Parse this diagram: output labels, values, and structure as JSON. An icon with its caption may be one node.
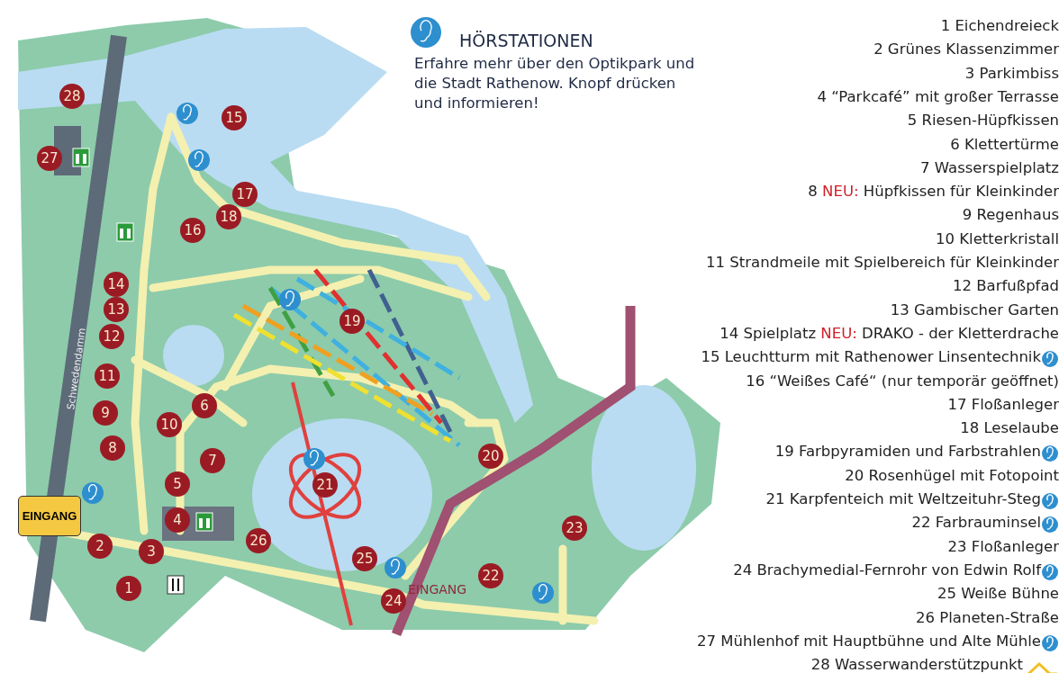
{
  "diagram": {
    "title": "HÖRSTATIONEN",
    "labels": [
      "Erfahre mehr über den Optikpark und die Stadt Rathenow. Knopf drücken und informieren!",
      "1  Eichendreieck",
      "2  Grünes Klassenzimmer",
      "3  Parkimbiss",
      "4  “Parkcafé” mit großer Terrasse",
      "5  Riesen-Hüpfkissen",
      "6  Klettertürme",
      "7  Wasserspielplatz",
      "8  **NEU:** Hüpfkissen für Kleinkinder",
      "9  Regenhaus",
      "10  Kletterkristall",
      "11  Strandmeile mit Spielbereich für Kleinkinder",
      "12  Barfußpfad",
      "13  Gambischer Garten",
      "14  Spielplatz **NEU:** DRAKO - der Kletterdrache",
      "15  Leuchtturm mit Rathenower Linsentechnik",
      "16  “Weißes Café“ (nur temporär geöffnet)",
      "17  Floßanleger",
      "18  Leselaube",
      "19  Farbpyramiden und Farbstrahlen",
      "20  Rosenhügel mit Fotopoint",
      "21  Karpfenteich mit Weltzeituhr-Steg",
      "22  Farbrauminsel",
      "23  Floßanleger",
      "24  Brachymedial-Fernrohr von Edwin Rolf",
      "25  Weiße Bühne",
      "26  Planeten-Straße",
      "27  Mühlenhof mit Hauptbühne und Alte Mühle",
      "28  Wasserwanderstützpunkt",
      "28",
      "15",
      "27",
      "17",
      "18",
      "16",
      "14",
      "13",
      "12",
      "11",
      "19",
      "6",
      "9",
      "10",
      "8",
      "7",
      "20",
      "21",
      "5",
      "4",
      "2",
      "26",
      "3",
      "23",
      "25",
      "22",
      "1",
      "24",
      "Schwedendamm",
      "EINGANG",
      "EINGANG"
    ]
  }
}
